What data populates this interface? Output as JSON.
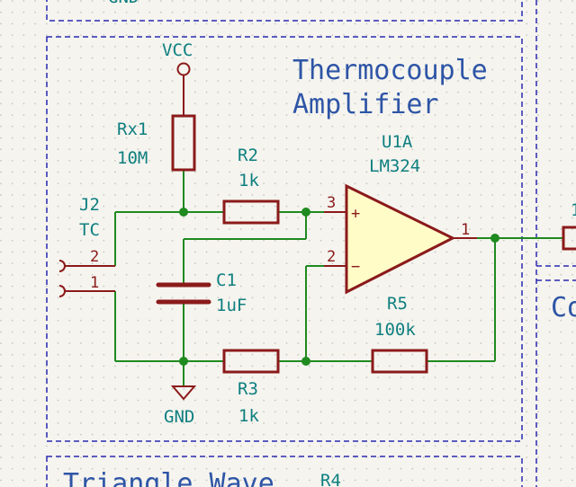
{
  "sheet": {
    "title_line1": "Thermocouple",
    "title_line2": "Amplifier",
    "partial_top_text": "GND",
    "partial_bottom_title": "Triangle Wave",
    "partial_bottom_ref": "R4",
    "partial_right_title": "Co",
    "partial_right_ref": "1"
  },
  "power": {
    "vcc_label": "VCC",
    "gnd_label": "GND"
  },
  "components": {
    "rx1": {
      "ref": "Rx1",
      "value": "10M"
    },
    "r2": {
      "ref": "R2",
      "value": "1k"
    },
    "r3": {
      "ref": "R3",
      "value": "1k"
    },
    "r5": {
      "ref": "R5",
      "value": "100k"
    },
    "c1": {
      "ref": "C1",
      "value": "1uF"
    },
    "j2": {
      "ref": "J2",
      "value": "TC",
      "pin_top": "2",
      "pin_bottom": "1"
    },
    "u1a": {
      "ref": "U1A",
      "value": "LM324",
      "pin_noninv": "3",
      "pin_inv": "2",
      "pin_out": "1",
      "sign_noninv": "+",
      "sign_inv": "−"
    }
  },
  "colors": {
    "wire": "#1f8a1f",
    "component": "#8b1a1a",
    "label": "#0e7f7f",
    "frame": "#2a2ab0",
    "opamp_fill": "#fffcc8"
  }
}
